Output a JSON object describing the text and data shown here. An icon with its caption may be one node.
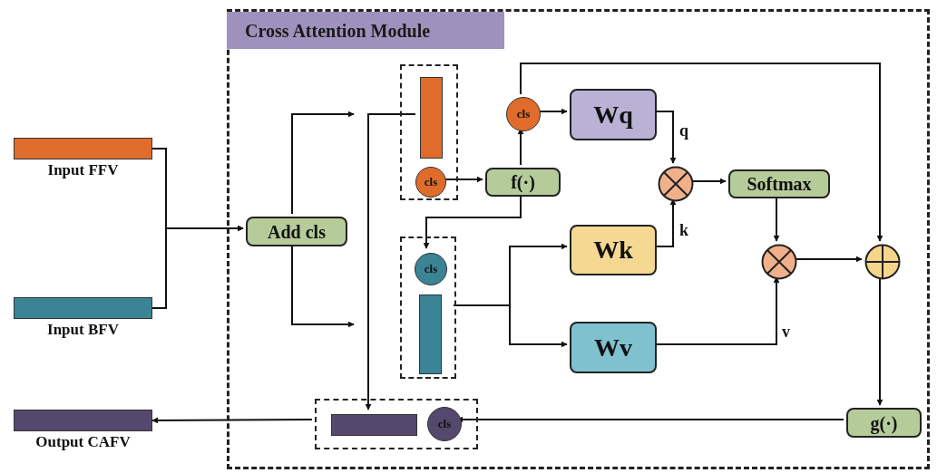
{
  "diagram": {
    "nodes": [
      {
        "text": [
          "Cross Attention Module"
        ]
      },
      {
        "text": [
          "Input FFV"
        ]
      },
      {
        "text": [
          "Input BFV"
        ]
      },
      {
        "text": [
          "Add cls"
        ],
        "in": 0
      },
      {
        "text": [],
        "shape": "box",
        "in": 0
      },
      {
        "text": [],
        "shape": "bar",
        "in": 4
      },
      {
        "text": [
          "cls"
        ],
        "in": 4
      },
      {
        "text": [],
        "shape": "box",
        "in": 0
      },
      {
        "text": [
          "cls"
        ],
        "in": 7
      },
      {
        "text": [],
        "shape": "bar",
        "in": 7
      },
      {
        "text": [
          "f(·)"
        ],
        "in": 0
      },
      {
        "text": [
          "cls"
        ],
        "in": 0
      },
      {
        "text": [
          "Wq"
        ],
        "in": 0
      },
      {
        "text": [],
        "shape": "circle",
        "in": 0
      },
      {
        "text": [
          "Softmax"
        ],
        "in": 0
      },
      {
        "text": [
          "Wk"
        ],
        "in": 0
      },
      {
        "text": [],
        "shape": "circle",
        "in": 0
      },
      {
        "text": [],
        "shape": "circle",
        "in": 0
      },
      {
        "text": [
          "Wv"
        ],
        "in": 0
      },
      {
        "text": [
          "g(·)"
        ],
        "in": 0
      },
      {
        "text": [],
        "shape": "box",
        "in": 0
      },
      {
        "text": [],
        "shape": "bar",
        "in": 20
      },
      {
        "text": [
          "cls"
        ],
        "in": 20
      },
      {
        "text": [
          "Output CAFV"
        ]
      }
    ],
    "edges": [
      {
        "from": 1,
        "to": 3,
        "arrow": "to"
      },
      {
        "from": 2,
        "to": 3,
        "arrow": "to"
      },
      {
        "from": 3,
        "to": null,
        "arrow": "to"
      },
      {
        "from": 3,
        "to": null,
        "arrow": "to"
      },
      {
        "from": 5,
        "to": 21,
        "arrow": "to"
      },
      {
        "from": 6,
        "to": 10,
        "arrow": "to"
      },
      {
        "from": 10,
        "to": 11,
        "arrow": "to"
      },
      {
        "from": 10,
        "to": 8,
        "arrow": "to"
      },
      {
        "from": 11,
        "to": 12,
        "arrow": "to"
      },
      {
        "from": 11,
        "to": 17,
        "arrow": "to"
      },
      {
        "from": 12,
        "to": 13,
        "arrow": "to",
        "label": "q"
      },
      {
        "from": 15,
        "to": 13,
        "arrow": "to",
        "label": "k"
      },
      {
        "from": 13,
        "to": 14,
        "arrow": "to"
      },
      {
        "from": 14,
        "to": 16,
        "arrow": "to"
      },
      {
        "from": 7,
        "to": 15,
        "arrow": "to"
      },
      {
        "from": 7,
        "to": 18,
        "arrow": "to"
      },
      {
        "from": 18,
        "to": 16,
        "arrow": "to",
        "label": "v"
      },
      {
        "from": 16,
        "to": 17,
        "arrow": "to"
      },
      {
        "from": 17,
        "to": 19,
        "arrow": "to"
      },
      {
        "from": 19,
        "to": 22,
        "arrow": "to"
      },
      {
        "from": 20,
        "to": 23,
        "arrow": "to"
      }
    ]
  }
}
